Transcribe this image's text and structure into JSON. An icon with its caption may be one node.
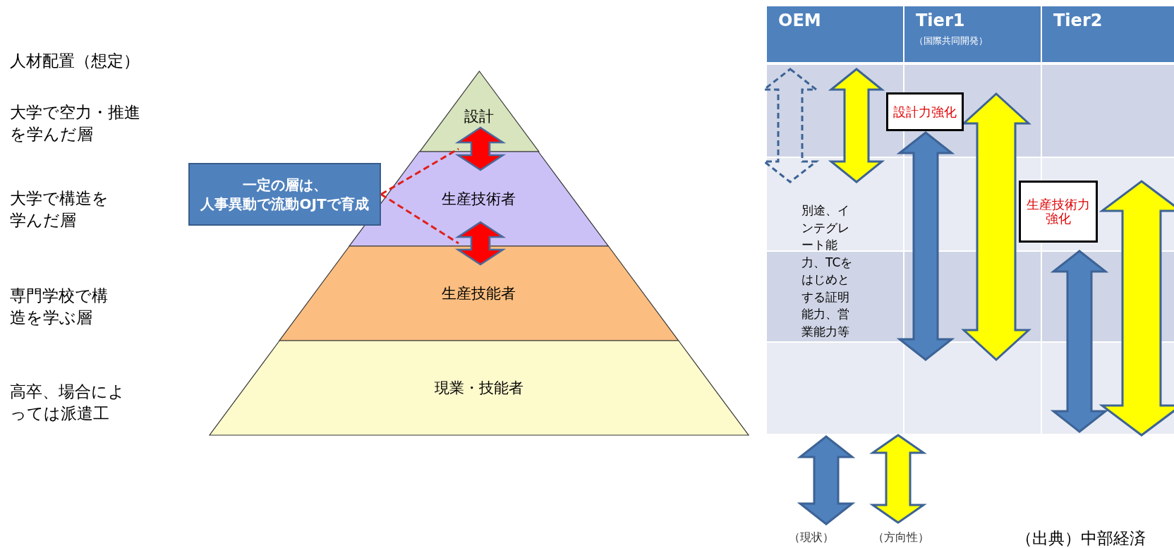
{
  "diagram": {
    "title": "人材配置（想定）",
    "caption": "（出典）中部経済",
    "nodes": [
      {
        "text": [
          "設計"
        ]
      },
      {
        "text": [
          "生産技術者"
        ]
      },
      {
        "text": [
          "生産技能者"
        ]
      },
      {
        "text": [
          "現業・技能者"
        ]
      },
      {
        "text": [
          "一定の層は、人事異動で流動OJTで育成"
        ]
      },
      {
        "text": [],
        "shape": "arrow"
      },
      {
        "text": [],
        "shape": "arrow"
      },
      {
        "text": [
          "設計力強化"
        ]
      },
      {
        "text": [
          "生産技術力強化"
        ]
      }
    ],
    "edges": [
      {
        "from": 4,
        "to": 5,
        "arrow": "none",
        "style": "dashed"
      },
      {
        "from": 4,
        "to": 6,
        "arrow": "none",
        "style": "dashed"
      }
    ],
    "labels": [
      "大学で空力・推進を学んだ層",
      "大学で構造を学んだ層",
      "専門学校で構造を学ぶ層",
      "高卒、場合によっては派遣工",
      "OEM",
      "Tier1",
      "（国際共同開発）",
      "Tier2",
      "別途、インテグレート能力、TCをはじめとする証明能力、営業能力等"
    ],
    "legend": [
      {
        "text": "（現状）"
      },
      {
        "text": "（方向性）"
      }
    ]
  }
}
